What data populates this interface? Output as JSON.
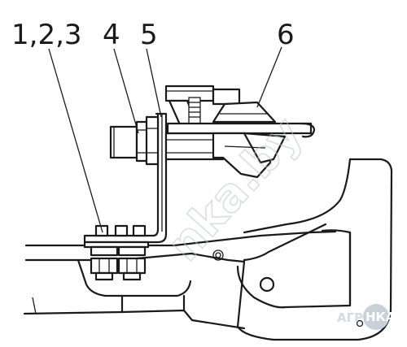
{
  "callouts": {
    "c1": "1,2,3",
    "c2": "4",
    "c3": "5",
    "c4": "6"
  },
  "watermark": "nka.by",
  "logo": {
    "left": "АГРО",
    "right": "НКА",
    "left_color": "#d6dbe0",
    "right_color": "#c9d1d8"
  },
  "colors": {
    "ink": "#1a1a1a",
    "background": "#ffffff"
  }
}
